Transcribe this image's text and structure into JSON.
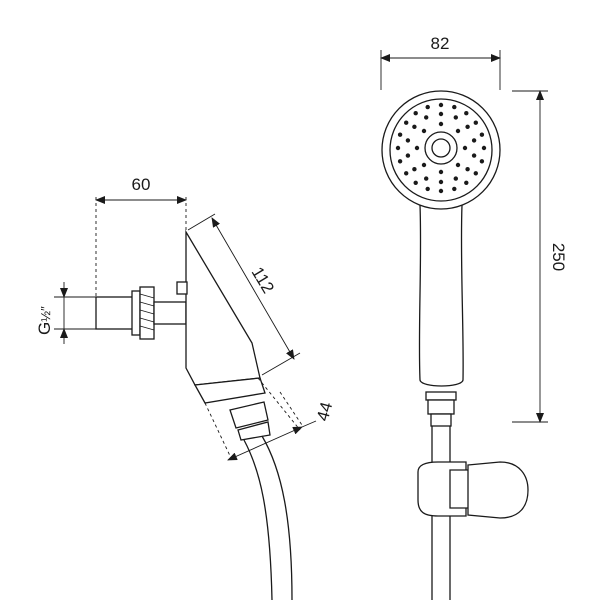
{
  "drawing": {
    "dimensions": {
      "bracket_width": "60",
      "bracket_length": "112",
      "outlet_diameter": "44",
      "head_diameter": "82",
      "handset_length": "250",
      "thread": "G",
      "thread_fraction": "½″"
    }
  },
  "colors": {
    "line": "#1a1a1a",
    "background": "#ffffff"
  }
}
